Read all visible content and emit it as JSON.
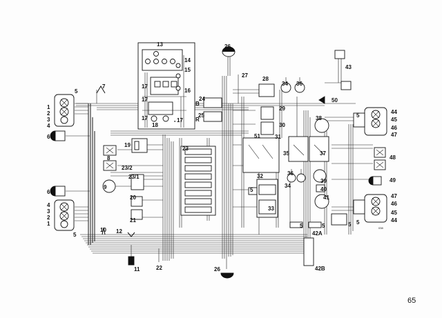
{
  "page": {
    "number": "65"
  },
  "diagram": {
    "code": "038",
    "labels": {
      "c1": "1",
      "c2": "2",
      "c3": "3",
      "c4": "4",
      "c5": "5",
      "c6": "6",
      "c7": "7",
      "c8": "8",
      "c9": "9",
      "c10": "10",
      "c11": "11",
      "c12": "12",
      "c13": "13",
      "c14": "14",
      "c15": "15",
      "c16": "16",
      "c17a": "17",
      "c17b": "17",
      "c17c": "17",
      "c17d": "17",
      "c18": "18",
      "c19": "19",
      "c20": "20",
      "c21": "21",
      "c22": "22",
      "c23": "23",
      "c23_1": "23/1",
      "c23_2": "23/2",
      "c24": "24",
      "c25": "25",
      "c26t": "26",
      "c26b": "26",
      "c27": "27",
      "c28": "28",
      "c29": "29",
      "c30": "30",
      "c31": "31",
      "c32": "32",
      "c33": "33",
      "c34a": "34",
      "c34b": "34",
      "c35": "35",
      "c36a": "36",
      "c36b": "36",
      "c37": "37",
      "c38": "38",
      "c39": "39",
      "c40": "40",
      "c41": "41",
      "c42a": "42A",
      "c42b": "42B",
      "c43": "43",
      "c44a": "44",
      "c44b": "44",
      "c45a": "45",
      "c45b": "45",
      "c46a": "46",
      "c46b": "46",
      "c47a": "47",
      "c47b": "47",
      "c48": "48",
      "c49": "49",
      "c50": "50",
      "c51": "51",
      "l1a": "1",
      "l2a": "2",
      "l3a": "3",
      "l4a": "4",
      "l5a": "5",
      "l4b": "4",
      "l3b": "3",
      "l2b": "2",
      "l1b": "1",
      "l5b": "5",
      "l5c": "5",
      "l5d": "5",
      "l5e": "5",
      "l5f": "5",
      "l5g": "5",
      "l5h": "5",
      "l6a": "6",
      "l6b": "6",
      "sB": "B",
      "sR": "R"
    }
  }
}
